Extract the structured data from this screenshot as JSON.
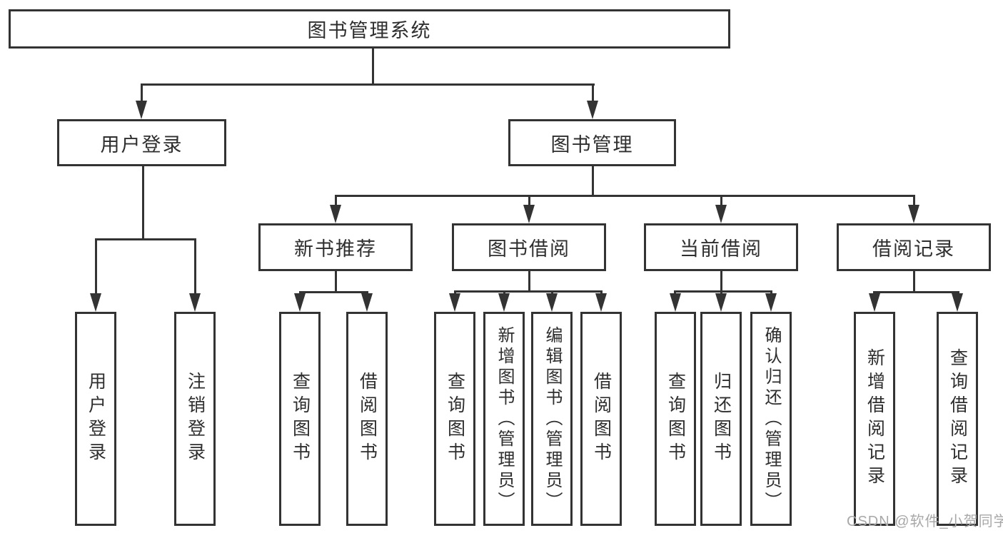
{
  "diagram": {
    "root": {
      "label": "图书管理系统"
    },
    "level2": [
      {
        "label": "用户登录",
        "children": [
          {
            "label": "用户登录"
          },
          {
            "label": "注销登录"
          }
        ]
      },
      {
        "label": "图书管理"
      }
    ],
    "level3": [
      {
        "label": "新书推荐",
        "children": [
          {
            "label": "查询图书"
          },
          {
            "label": "借阅图书"
          }
        ]
      },
      {
        "label": "图书借阅",
        "children": [
          {
            "label": "查询图书"
          },
          {
            "label": "新增图书（管理员）"
          },
          {
            "label": "编辑图书（管理员）"
          },
          {
            "label": "借阅图书"
          }
        ]
      },
      {
        "label": "当前借阅",
        "children": [
          {
            "label": "查询图书"
          },
          {
            "label": "归还图书"
          },
          {
            "label": "确认归还（管理员）"
          }
        ]
      },
      {
        "label": "借阅记录",
        "children": [
          {
            "label": "新增借阅记录"
          },
          {
            "label": "查询借阅记录"
          }
        ]
      }
    ]
  },
  "watermark": {
    "text": "CSDN @软件_小贺同学"
  },
  "colors": {
    "line": "#333333",
    "text": "#2e2e2e",
    "watermark": "#a8a8a8",
    "background": "#ffffff"
  }
}
